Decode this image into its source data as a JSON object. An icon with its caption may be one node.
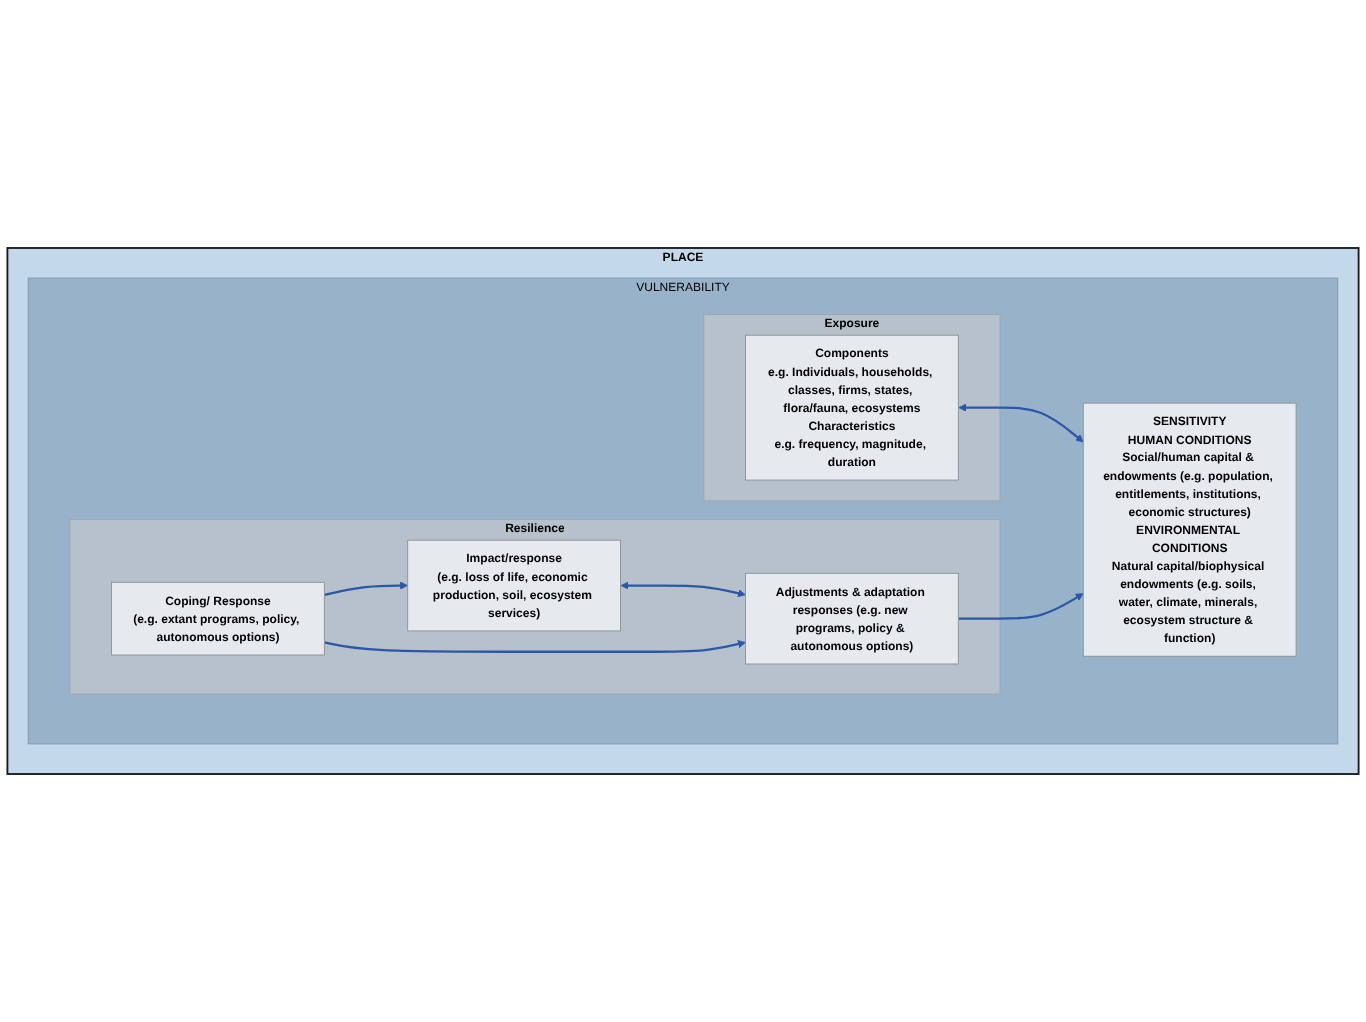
{
  "diagram": {
    "nodes": [
      {
        "text": [
          "PLACE"
        ]
      },
      {
        "text": [
          "VULNERABILITY"
        ],
        "in": 0
      },
      {
        "text": [
          "Exposure"
        ],
        "in": 1
      },
      {
        "text": [
          "Components",
          "e.g. Individuals, households, classes, firms, states, flora/fauna, ecosystems",
          "Characteristics",
          "e.g. frequency, magnitude, duration"
        ],
        "in": 2
      },
      {
        "text": [
          "SENSITIVITY",
          "HUMAN CONDITIONS",
          "Social/human capital & endowments (e.g. population, entitlements, institutions, economic structures)",
          "ENVIRONMENTAL CONDITIONS",
          "Natural capital/biophysical endowments (e.g. soils, water, climate, minerals, ecosystem structure & function)"
        ],
        "in": 1
      },
      {
        "text": [
          "Resilience"
        ],
        "in": 1
      },
      {
        "text": [
          "Coping/ Response",
          "(e.g. extant programs, policy, autonomous options)"
        ],
        "in": 5
      },
      {
        "text": [
          "Impact/response",
          "(e.g. loss of life, economic production, soil, ecosystem services)"
        ],
        "in": 5
      },
      {
        "text": [
          "Adjustments & adaptation responses (e.g. new programs, policy & autonomous options)"
        ],
        "in": 5
      }
    ],
    "edges": [
      {
        "from": 3,
        "to": 4,
        "arrow": "both"
      },
      {
        "from": 6,
        "to": 7,
        "arrow": "to"
      },
      {
        "from": 7,
        "to": 8,
        "arrow": "both"
      },
      {
        "from": 6,
        "to": 8,
        "arrow": "to"
      },
      {
        "from": 8,
        "to": 4,
        "arrow": "to"
      }
    ]
  }
}
